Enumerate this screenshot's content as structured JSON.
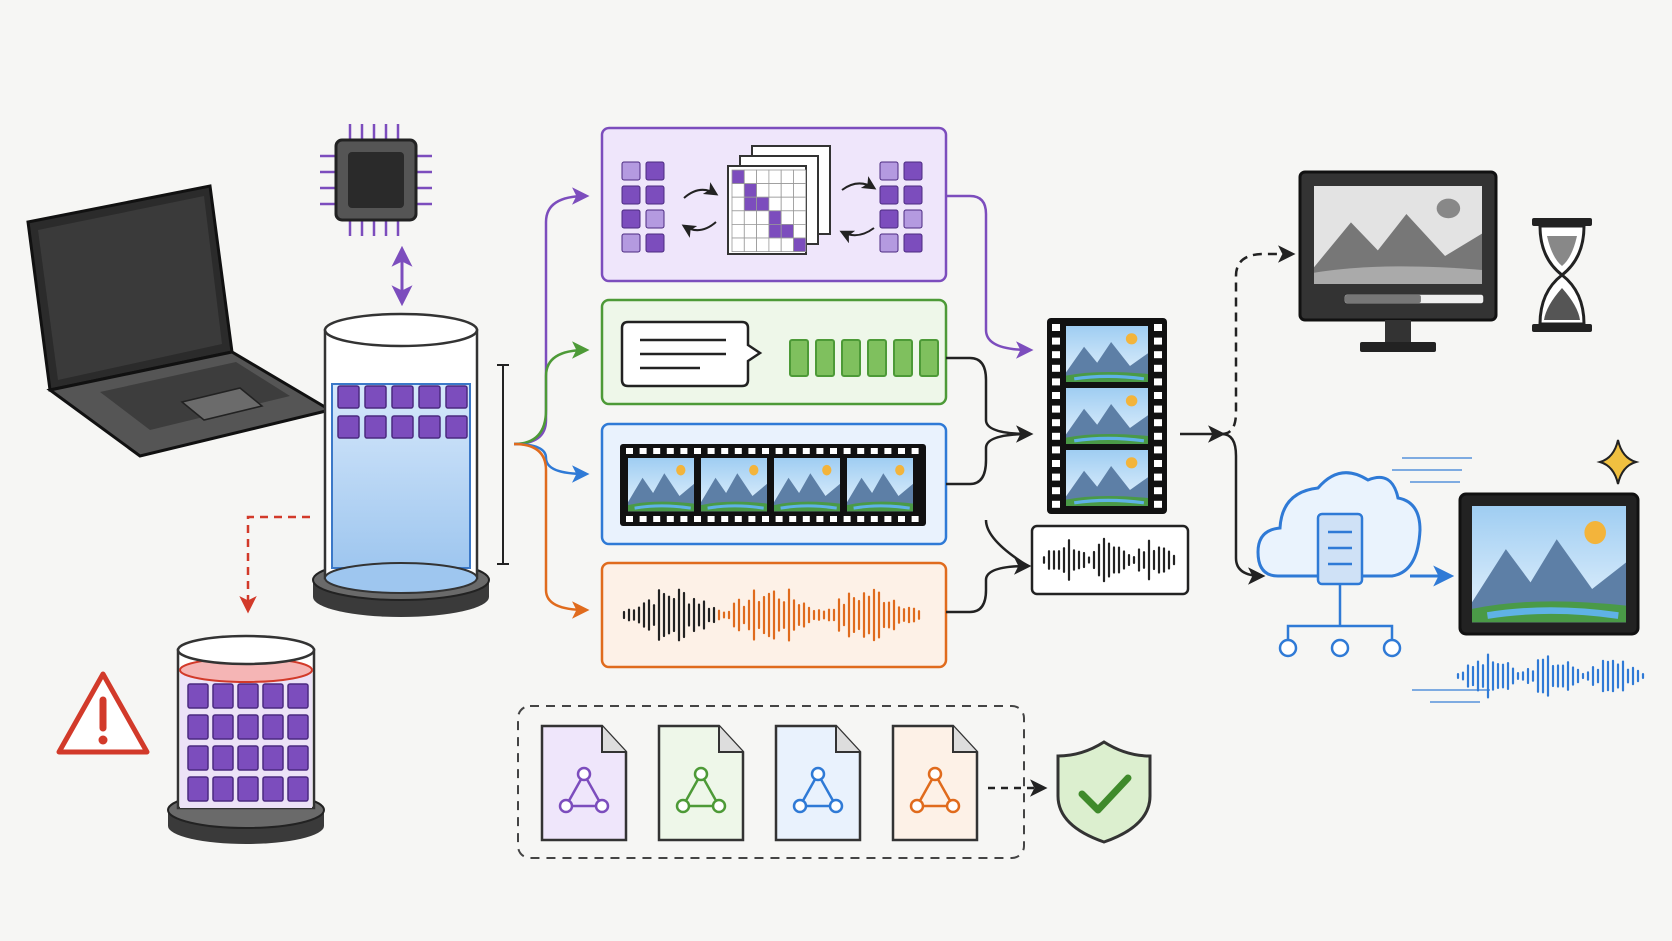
{
  "colors": {
    "background": "#f6f6f4",
    "ink": "#222222",
    "purple": "#7c4dbd",
    "purple_fill": "#efe6fb",
    "green": "#4d9a37",
    "green_fill": "#eef7e9",
    "blue": "#2f7ad6",
    "blue_fill": "#e9f2fd",
    "orange": "#e06b1d",
    "orange_fill": "#fdf1e7",
    "red_warning": "#d23a2a",
    "water_blue": "#a9cdf0",
    "gold_star": "#f0b43c"
  },
  "icons": {
    "laptop": "laptop-icon",
    "chip": "cpu-chip-icon",
    "main_cylinder": "database-cylinder-icon",
    "overflow_cylinder": "overflow-database-icon",
    "warning": "warning-triangle-icon",
    "attention_panel": "attention-matrix-icon",
    "text_panel": "text-tokens-icon",
    "video_panel": "video-frames-icon",
    "audio_panel": "audio-waveform-icon",
    "film_output": "film-strip-icon",
    "audio_output": "audio-output-icon",
    "monitor": "loading-monitor-icon",
    "hourglass": "hourglass-icon",
    "cloud": "cloud-server-icon",
    "final_display": "rendered-display-icon",
    "sparkle": "sparkle-icon",
    "documents": [
      "document-purple-icon",
      "document-green-icon",
      "document-blue-icon",
      "document-orange-icon"
    ],
    "shield": "shield-check-icon"
  },
  "main_storage_fill": 0.92,
  "overflow_storage_fill": 0.75,
  "loading_progress": 0.55,
  "token_count": 6,
  "video_frames": 4,
  "output_frames": 3,
  "document_count": 4
}
